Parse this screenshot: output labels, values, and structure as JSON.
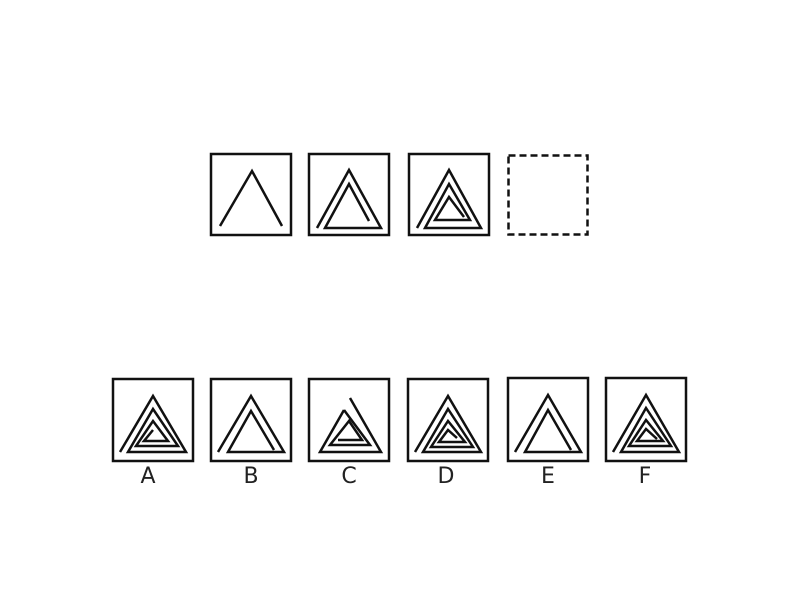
{
  "puzzle": {
    "sequence": [
      {
        "name": "sequence-figure-1",
        "shape": "triangle-open",
        "turns": 1
      },
      {
        "name": "sequence-figure-2",
        "shape": "triangle-spiral",
        "turns": 2
      },
      {
        "name": "sequence-figure-3",
        "shape": "triangle-spiral",
        "turns": 3
      },
      {
        "name": "sequence-answer-placeholder",
        "shape": "empty",
        "border": "dashed"
      }
    ],
    "options": [
      {
        "label": "A",
        "shape": "triangle-spiral"
      },
      {
        "label": "B",
        "shape": "triangle-spiral"
      },
      {
        "label": "C",
        "shape": "triangle-spiral"
      },
      {
        "label": "D",
        "shape": "triangle-spiral"
      },
      {
        "label": "E",
        "shape": "triangle-spiral"
      },
      {
        "label": "F",
        "shape": "triangle-spiral"
      }
    ],
    "stroke_color": "#111111"
  }
}
